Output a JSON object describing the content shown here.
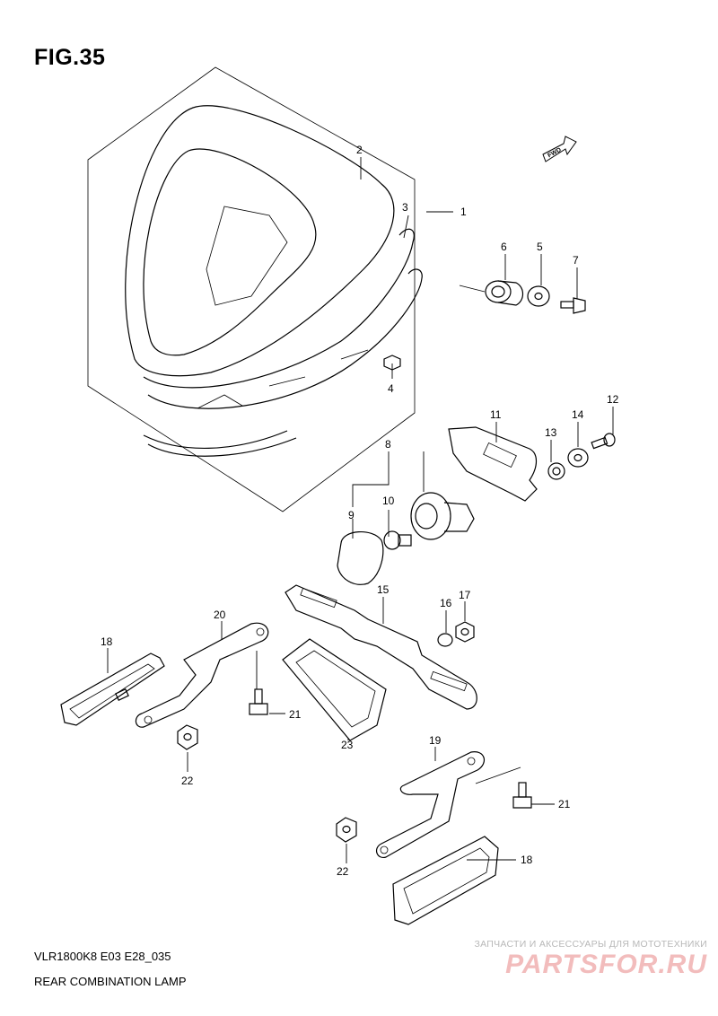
{
  "figure": {
    "title": "FIG.35"
  },
  "fwd_label": "FWD",
  "callouts": [
    "1",
    "2",
    "3",
    "4",
    "5",
    "6",
    "7",
    "8",
    "9",
    "10",
    "11",
    "12",
    "13",
    "14",
    "15",
    "16",
    "17",
    "18",
    "18",
    "19",
    "20",
    "21",
    "21",
    "22",
    "22",
    "23"
  ],
  "footer": {
    "model_code": "VLR1800K8 E03 E28_035",
    "diagram_name": "REAR COMBINATION LAMP"
  },
  "watermark": {
    "line1": "ЗАПЧАСТИ И АКСЕССУАРЫ ДЛЯ МОТОТЕХНИКИ",
    "line2": "PARTSFOR.RU"
  }
}
